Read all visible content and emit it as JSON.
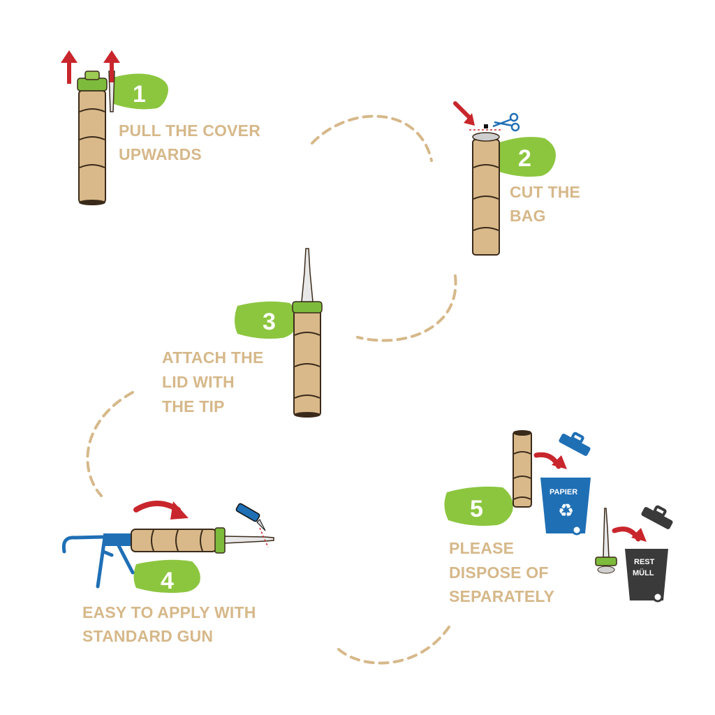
{
  "colors": {
    "label": "#d6b88a",
    "flag": "#8cc63f",
    "tube": "#d9b98a",
    "arrow": "#c8262c",
    "paper_bin": "#1f6fb5",
    "rest_bin": "#3a3a3a",
    "gun": "#1f6fb5"
  },
  "steps": [
    {
      "number": "1",
      "lines": [
        "PULL THE COVER",
        "UPWARDS"
      ],
      "icon": "tube-with-up-arrows"
    },
    {
      "number": "2",
      "lines": [
        "CUT THE",
        "BAG"
      ],
      "icon": "tube-with-scissors"
    },
    {
      "number": "3",
      "lines": [
        "ATTACH THE",
        "LID WITH",
        "THE TIP"
      ],
      "icon": "tube-with-nozzle"
    },
    {
      "number": "4",
      "lines": [
        "EASY TO APPLY WITH",
        "STANDARD GUN"
      ],
      "icon": "caulking-gun"
    },
    {
      "number": "5",
      "lines": [
        "PLEASE",
        "DISPOSE OF",
        "SEPARATELY"
      ],
      "icon": "recycling-bins"
    }
  ],
  "bins": {
    "paper_label": "PAPIER",
    "rest_label_1": "REST",
    "rest_label_2": "MÜLL"
  }
}
